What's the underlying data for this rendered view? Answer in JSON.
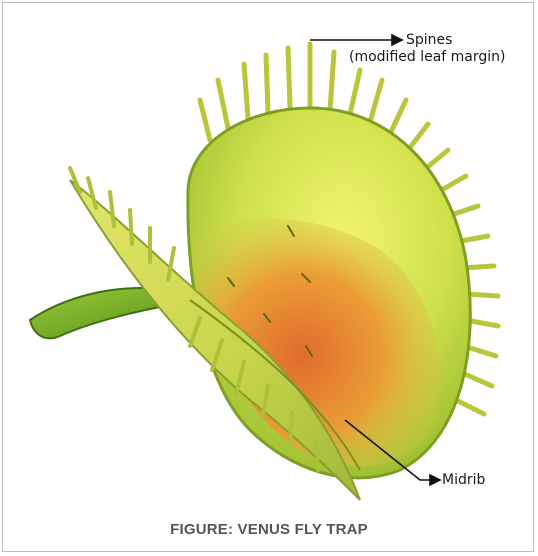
{
  "labels": {
    "spines_title": "Spines",
    "spines_subtitle": "(modified leaf margin)",
    "midrib": "Midrib"
  },
  "caption": "FIGURE: VENUS FLY TRAP",
  "colors": {
    "trap_light": "#e6f05a",
    "trap_green": "#a9c935",
    "trap_orange": "#e2762a",
    "stem_green": "#6aa31d",
    "caption_gray": "#555555"
  }
}
